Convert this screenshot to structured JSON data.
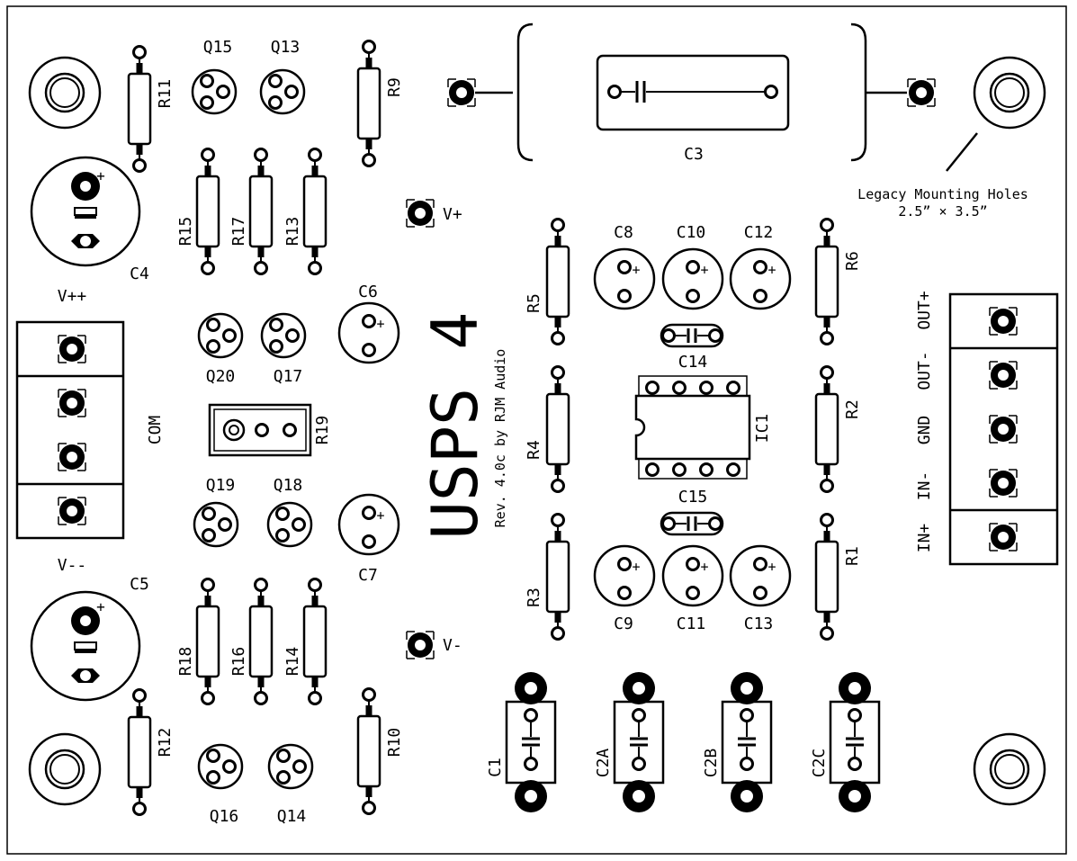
{
  "board": {
    "title": "USPS 4",
    "revision": "Rev. 4.0c by RJM Audio",
    "mounting_note_line1": "Legacy Mounting Holes",
    "mounting_note_line2": "2.5” × 3.5”"
  },
  "resistors": {
    "R1": "R1",
    "R2": "R2",
    "R3": "R3",
    "R4": "R4",
    "R5": "R5",
    "R6": "R6",
    "R9": "R9",
    "R10": "R10",
    "R11": "R11",
    "R12": "R12",
    "R13": "R13",
    "R14": "R14",
    "R15": "R15",
    "R16": "R16",
    "R17": "R17",
    "R18": "R18",
    "R19": "R19"
  },
  "capacitors": {
    "C1": "C1",
    "C2A": "C2A",
    "C2B": "C2B",
    "C2C": "C2C",
    "C3": "C3",
    "C4": "C4",
    "C5": "C5",
    "C6": "C6",
    "C7": "C7",
    "C8": "C8",
    "C9": "C9",
    "C10": "C10",
    "C11": "C11",
    "C12": "C12",
    "C13": "C13",
    "C14": "C14",
    "C15": "C15"
  },
  "transistors": {
    "Q13": "Q13",
    "Q14": "Q14",
    "Q15": "Q15",
    "Q16": "Q16",
    "Q17": "Q17",
    "Q18": "Q18",
    "Q19": "Q19",
    "Q20": "Q20"
  },
  "ic": {
    "IC1": "IC1"
  },
  "power_labels": {
    "vpp": "V++",
    "com": "COM",
    "vmm": "V--",
    "vplus": "V+",
    "vminus": "V-"
  },
  "io_labels": {
    "out_plus": "OUT+",
    "out_minus": "OUT-",
    "gnd": "GND",
    "in_minus": "IN-",
    "in_plus": "IN+"
  },
  "polarity_mark": "+"
}
